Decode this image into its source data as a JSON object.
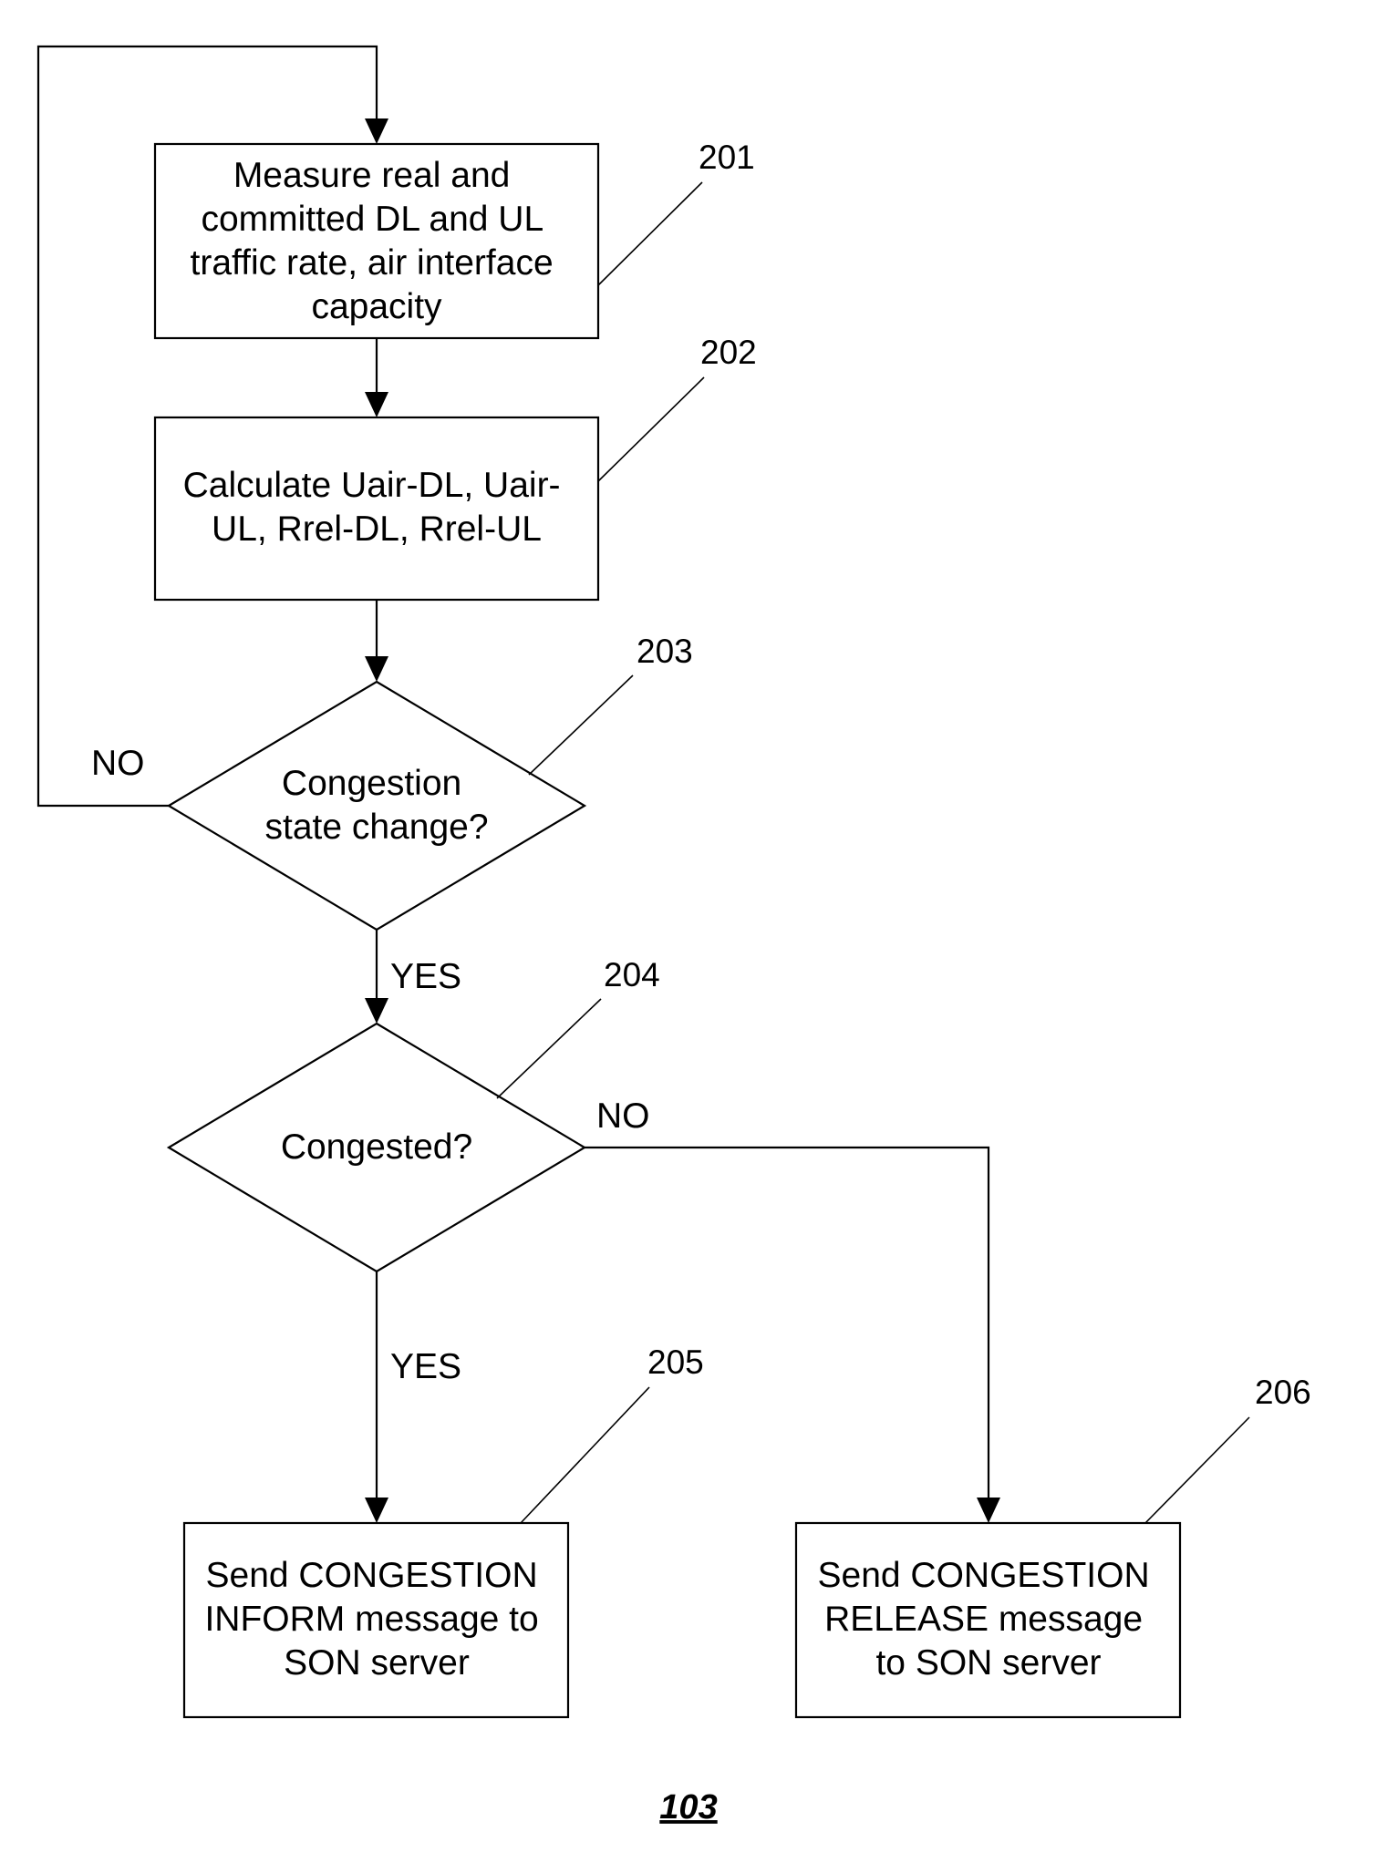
{
  "nodes": {
    "measure": {
      "lines": [
        "Measure real and",
        "committed DL and UL",
        "traffic rate, air interface",
        "capacity"
      ],
      "ref": "201"
    },
    "calculate": {
      "lines": [
        "Calculate Uair-DL, Uair-",
        "UL, Rrel-DL, Rrel-UL"
      ],
      "ref": "202"
    },
    "state_change": {
      "lines": [
        "Congestion",
        "state change?"
      ],
      "ref": "203"
    },
    "congested": {
      "lines": [
        "Congested?"
      ],
      "ref": "204"
    },
    "send_inform": {
      "lines": [
        "Send CONGESTION",
        "INFORM message to",
        "SON server"
      ],
      "ref": "205"
    },
    "send_release": {
      "lines": [
        "Send CONGESTION",
        "RELEASE message",
        "to SON server"
      ],
      "ref": "206"
    }
  },
  "edges": {
    "state_change_no": "NO",
    "state_change_yes": "YES",
    "congested_no": "NO",
    "congested_yes": "YES"
  },
  "figure_label": "103"
}
